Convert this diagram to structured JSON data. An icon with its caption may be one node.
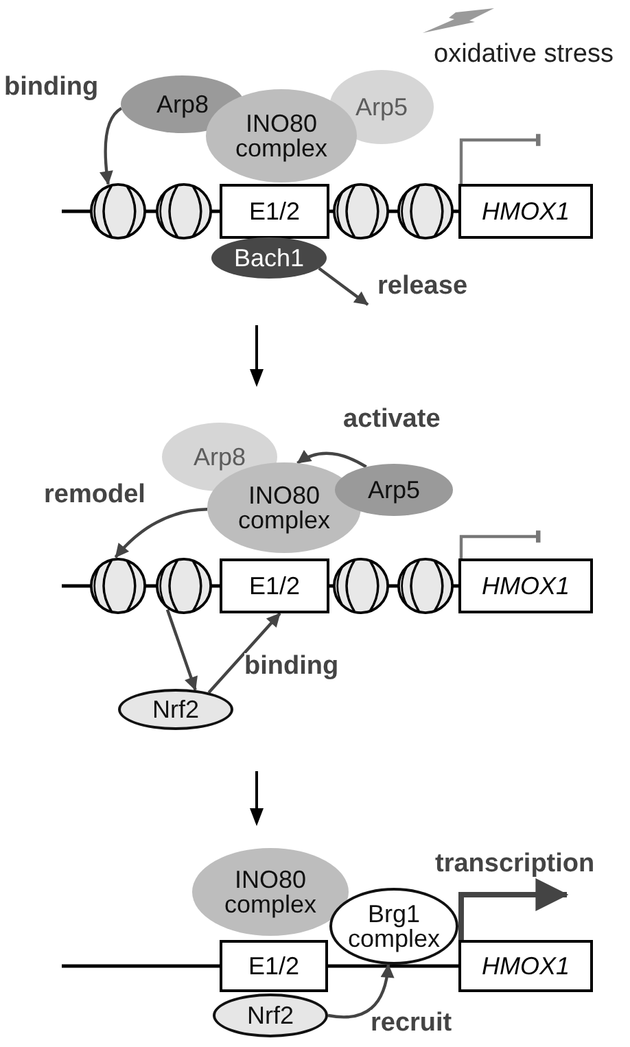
{
  "diagram": {
    "nodes": [
      {
        "text": [
          "Arp8"
        ]
      },
      {
        "text": [
          "INO80 complex"
        ]
      },
      {
        "text": [
          "Arp5"
        ]
      },
      {
        "text": [],
        "shape": "circle"
      },
      {
        "text": [],
        "shape": "circle"
      },
      {
        "text": [
          "E1/2"
        ]
      },
      {
        "text": [],
        "shape": "circle"
      },
      {
        "text": [],
        "shape": "circle"
      },
      {
        "text": [
          "HMOX1"
        ]
      },
      {
        "text": [
          "Bach1"
        ]
      },
      {
        "text": [
          "Arp8"
        ]
      },
      {
        "text": [
          "INO80 complex"
        ]
      },
      {
        "text": [
          "Arp5"
        ]
      },
      {
        "text": [],
        "shape": "circle"
      },
      {
        "text": [],
        "shape": "circle"
      },
      {
        "text": [
          "E1/2"
        ]
      },
      {
        "text": [],
        "shape": "circle"
      },
      {
        "text": [],
        "shape": "circle"
      },
      {
        "text": [
          "HMOX1"
        ]
      },
      {
        "text": [
          "Nrf2"
        ]
      },
      {
        "text": [
          "INO80 complex"
        ]
      },
      {
        "text": [
          "Brg1 complex"
        ]
      },
      {
        "text": [
          "E1/2"
        ]
      },
      {
        "text": [
          "HMOX1"
        ]
      },
      {
        "text": [
          "Nrf2"
        ]
      }
    ],
    "edges": [
      {
        "from": 0,
        "to": 3,
        "arrow": "to",
        "label": "binding"
      },
      {
        "from": 9,
        "to": null,
        "arrow": "to",
        "label": "release"
      },
      {
        "from": 8,
        "to": null,
        "arrow": "other",
        "color": "#777777"
      },
      {
        "from": 12,
        "to": 11,
        "arrow": "to",
        "label": "activate"
      },
      {
        "from": 11,
        "to": 13,
        "arrow": "to",
        "label": "remodel"
      },
      {
        "from": 14,
        "to": 19,
        "arrow": "to"
      },
      {
        "from": 19,
        "to": 15,
        "arrow": "to",
        "label": "binding"
      },
      {
        "from": 18,
        "to": null,
        "arrow": "other",
        "color": "#777777"
      },
      {
        "from": 24,
        "to": 21,
        "arrow": "to",
        "label": "recruit"
      },
      {
        "from": 23,
        "to": null,
        "arrow": "to",
        "label": "transcription",
        "style": "thick"
      }
    ],
    "labels": [
      "oxidative stress"
    ]
  }
}
